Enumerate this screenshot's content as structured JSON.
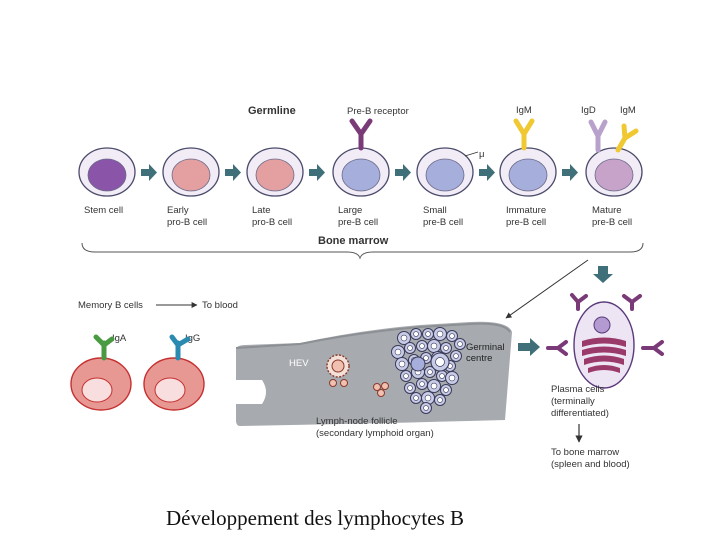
{
  "labels": {
    "germline": "Germline",
    "pre_b_receptor": "Pre-B receptor",
    "mu": "μ",
    "igm_top": "IgM",
    "igd": "IgD",
    "igm_right": "IgM",
    "bone_marrow": "Bone marrow",
    "memory_b_cells": "Memory B cells",
    "to_blood": "To blood",
    "iga": "IgA",
    "igg": "IgG",
    "hev": "HEV",
    "germinal_centre": [
      "Germinal",
      "centre"
    ],
    "lymph_node": [
      "Lymph-node follicle",
      "(secondary lymphoid organ)"
    ],
    "plasma_cells": [
      "Plasma cells",
      "(terminally",
      "differentiated)"
    ],
    "to_bone_marrow": [
      "To bone marrow",
      "(spleen and blood)"
    ]
  },
  "stages": [
    {
      "lines": [
        "Stem cell"
      ],
      "nucleus_color": "#8a55a8"
    },
    {
      "lines": [
        "Early",
        "pro-B cell"
      ],
      "nucleus_color": "#e4a0a0"
    },
    {
      "lines": [
        "Late",
        "pro-B cell"
      ],
      "nucleus_color": "#e4a0a0"
    },
    {
      "lines": [
        "Large",
        "pre-B cell"
      ],
      "nucleus_color": "#a6aedb"
    },
    {
      "lines": [
        "Small",
        "pre-B cell"
      ],
      "nucleus_color": "#a6aedb"
    },
    {
      "lines": [
        "Immature",
        "pre-B cell"
      ],
      "nucleus_color": "#a6aedb"
    },
    {
      "lines": [
        "Mature",
        "pre-B cell"
      ],
      "nucleus_color": "#c7a2c9"
    }
  ],
  "colors": {
    "pre_b_receptor": "#7a3a78",
    "igm": "#f0c832",
    "igd": "#b8a2cc",
    "iga": "#4a9a44",
    "igg": "#2a8ab0",
    "plasma_receptor": "#7a3a78",
    "arrow": "#3f6f78",
    "follicle": "#a7abaf",
    "cell_fill": "#f8d8d8",
    "cell_border": "#c53030"
  },
  "caption": "Développement des lymphocytes B"
}
